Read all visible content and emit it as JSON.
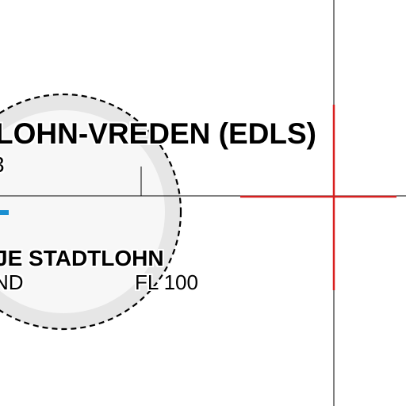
{
  "map": {
    "airport": {
      "name": "LOHN-VREDEN (EDLS)",
      "sub_fragment": "3"
    },
    "airspace": {
      "name": "JE STADTLOHN",
      "lower_limit": "ND",
      "upper_limit": "FL 100"
    },
    "colors": {
      "background": "#ffffff",
      "zone_fill": "#f7f7f7",
      "zone_ring": "#e6e6e6",
      "zone_border": "#000000",
      "line": "#000000",
      "crosshair": "#d81e1e",
      "runway_marker": "#1a8fd1"
    },
    "icons": [
      "crosshair-icon",
      "runway-marker-icon"
    ]
  }
}
